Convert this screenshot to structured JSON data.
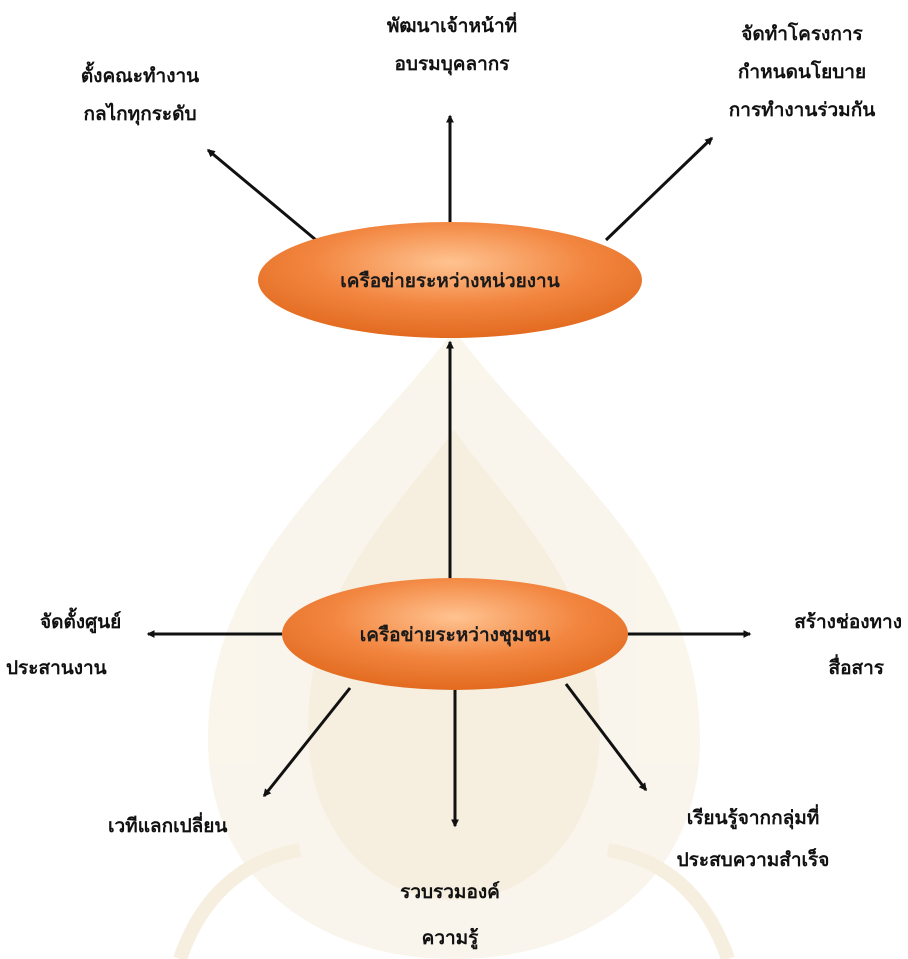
{
  "nodes": {
    "agency_network": "เครือข่ายระหว่างหน่วยงาน",
    "community_network": "เครือข่ายระหว่างชุมชน"
  },
  "outcomes": {
    "task_force": [
      "ตั้งคณะทำงาน",
      "กลไกทุกระดับ"
    ],
    "staff_development": [
      "พัฒนาเจ้าหน้าที่",
      "อบรมบุคลากร"
    ],
    "joint_projects": [
      "จัดทำโครงการ",
      "กำหนดนโยบาย",
      "การทำงานร่วมกัน"
    ],
    "coordination_center": [
      "จัดตั้งศูนย์",
      "ประสานงาน"
    ],
    "communication_channel": [
      "สร้างช่องทาง",
      "สื่อสาร"
    ],
    "exchange_forum": [
      "เวทีแลกเปลี่ยน"
    ],
    "knowledge_collection": [
      "รวบรวมองค์",
      "ความรู้"
    ],
    "learn_from_success": [
      "เรียนรู้จากกลุ่มที่",
      "ประสบความสำเร็จ"
    ]
  },
  "colors": {
    "node_fill": "#f07a30",
    "node_highlight": "#ffc391",
    "arrow": "#111111",
    "watermark": "#f3ead6"
  }
}
